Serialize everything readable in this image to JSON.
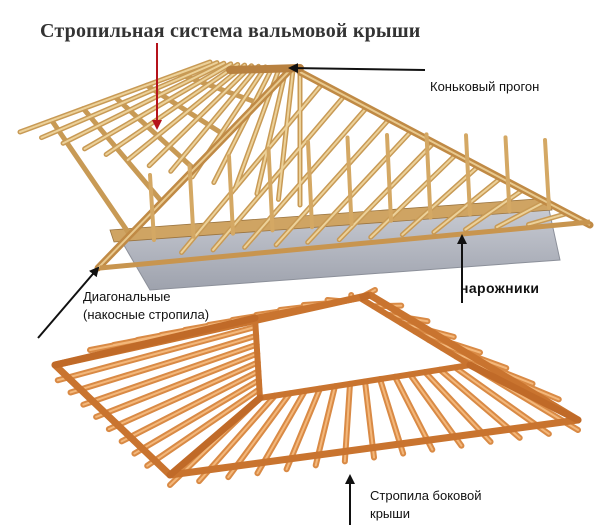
{
  "title": "Стропильная система вальмовой крыши",
  "labels": {
    "ridge_beam": "Коньковый прогон",
    "jack_rafters": "нарожники",
    "diagonal_line1": "Диагональные",
    "diagonal_line2": "(накосные стропила)",
    "side_line1": "Стропила боковой",
    "side_line2": "крыши"
  },
  "colors": {
    "background": "#ffffff",
    "timber_top": "#d9b26a",
    "timber_bottom": "#de9a52",
    "wall": "#b9bcc6",
    "arrow_dark": "#111111",
    "arrow_red": "#b5121b"
  }
}
